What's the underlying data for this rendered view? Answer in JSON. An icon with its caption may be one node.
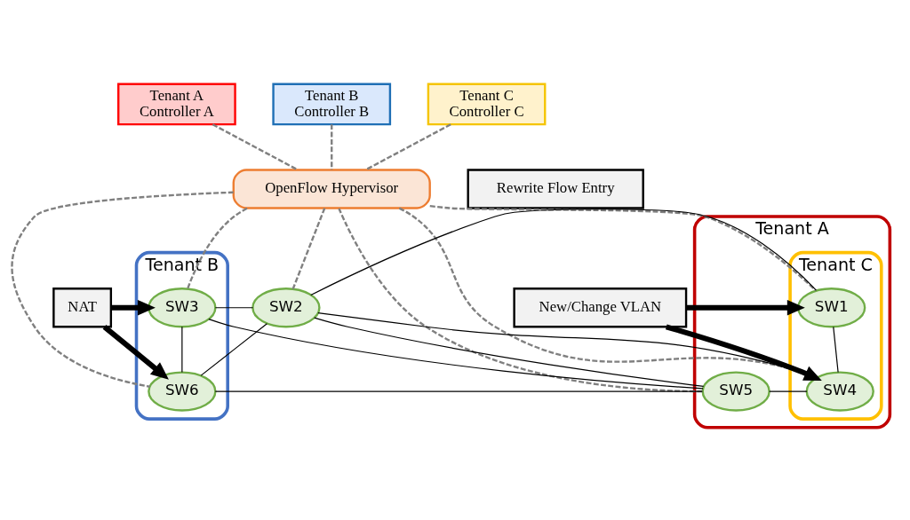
{
  "diagram": {
    "nodes": [
      {
        "text": [
          "Tenant A",
          "Controller A"
        ]
      },
      {
        "text": [
          "Tenant B",
          "Controller B"
        ]
      },
      {
        "text": [
          "Tenant C",
          "Controller C"
        ]
      },
      {
        "text": [
          "OpenFlow Hypervisor"
        ]
      },
      {
        "text": [
          "Rewrite Flow Entry"
        ]
      },
      {
        "text": [
          "Tenant A"
        ]
      },
      {
        "text": [
          "Tenant C"
        ],
        "in": 5
      },
      {
        "text": [
          "SW1"
        ],
        "in": 6
      },
      {
        "text": [
          "SW4"
        ],
        "in": 6
      },
      {
        "text": [
          "SW5"
        ],
        "in": 5
      },
      {
        "text": [
          "Tenant B"
        ]
      },
      {
        "text": [
          "SW2"
        ]
      },
      {
        "text": [
          "SW3"
        ],
        "in": 10
      },
      {
        "text": [
          "SW6"
        ],
        "in": 10
      },
      {
        "text": [
          "New/Change VLAN"
        ]
      },
      {
        "text": [
          "NAT"
        ]
      }
    ],
    "edges": [
      {
        "from": 0,
        "to": 3,
        "arrow": "none",
        "style": "dashed",
        "color": "#808080"
      },
      {
        "from": 1,
        "to": 3,
        "arrow": "none",
        "style": "dashed",
        "color": "#808080"
      },
      {
        "from": 2,
        "to": 3,
        "arrow": "none",
        "style": "dashed",
        "color": "#808080"
      },
      {
        "from": 3,
        "to": 7,
        "arrow": "none",
        "style": "dashed",
        "color": "#808080"
      },
      {
        "from": 3,
        "to": 8,
        "arrow": "none",
        "style": "dashed",
        "color": "#808080"
      },
      {
        "from": 3,
        "to": 11,
        "arrow": "none",
        "style": "dashed",
        "color": "#808080"
      },
      {
        "from": 3,
        "to": 9,
        "arrow": "none",
        "style": "dashed",
        "color": "#808080"
      },
      {
        "from": 3,
        "to": 13,
        "arrow": "none",
        "style": "dashed",
        "color": "#808080"
      },
      {
        "from": 3,
        "to": 12,
        "arrow": "none",
        "style": "dashed",
        "color": "#808080"
      },
      {
        "from": 7,
        "to": 11,
        "arrow": "none"
      },
      {
        "from": 7,
        "to": 8,
        "arrow": "none"
      },
      {
        "from": 11,
        "to": 12,
        "arrow": "none"
      },
      {
        "from": 11,
        "to": 9,
        "arrow": "none"
      },
      {
        "from": 11,
        "to": 13,
        "arrow": "none"
      },
      {
        "from": 8,
        "to": 11,
        "arrow": "none"
      },
      {
        "from": 8,
        "to": 9,
        "arrow": "none"
      },
      {
        "from": 9,
        "to": 12,
        "arrow": "none"
      },
      {
        "from": 9,
        "to": 13,
        "arrow": "none"
      },
      {
        "from": 12,
        "to": 13,
        "arrow": "none"
      },
      {
        "from": 14,
        "to": 7,
        "arrow": "to",
        "style": "thick"
      },
      {
        "from": 14,
        "to": 8,
        "arrow": "to",
        "style": "thick"
      },
      {
        "from": 15,
        "to": 12,
        "arrow": "to",
        "style": "thick"
      },
      {
        "from": 15,
        "to": 13,
        "arrow": "to",
        "style": "thick"
      }
    ]
  }
}
